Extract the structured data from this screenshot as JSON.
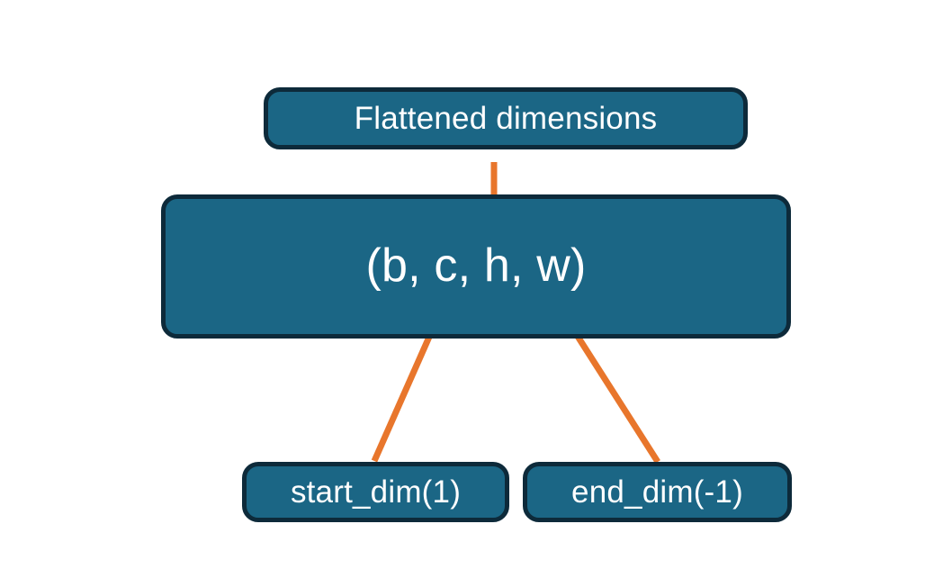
{
  "diagram": {
    "title_node": {
      "label": "Flattened dimensions"
    },
    "shape_node": {
      "label": "(b, c, h, w)"
    },
    "start_node": {
      "label": "start_dim(1)"
    },
    "end_node": {
      "label": "end_dim(-1)"
    },
    "colors": {
      "node_fill": "#1b6685",
      "node_border": "#0d2a3a",
      "node_text": "#ffffff",
      "connector": "#e8762c",
      "background": "#ffffff"
    },
    "connectors": [
      {
        "name": "brace-flattened-to-shape",
        "kind": "curly-brace",
        "from": "shape_node",
        "to": "title_node",
        "spans_tokens": "c, h, w"
      },
      {
        "name": "arrow-start-dim-to-shape",
        "kind": "arrow",
        "from": "start_node",
        "to": "shape_node",
        "points_at_token": "c"
      },
      {
        "name": "arrow-end-dim-to-shape",
        "kind": "arrow",
        "from": "end_node",
        "to": "shape_node",
        "points_at_token": "w"
      }
    ]
  }
}
